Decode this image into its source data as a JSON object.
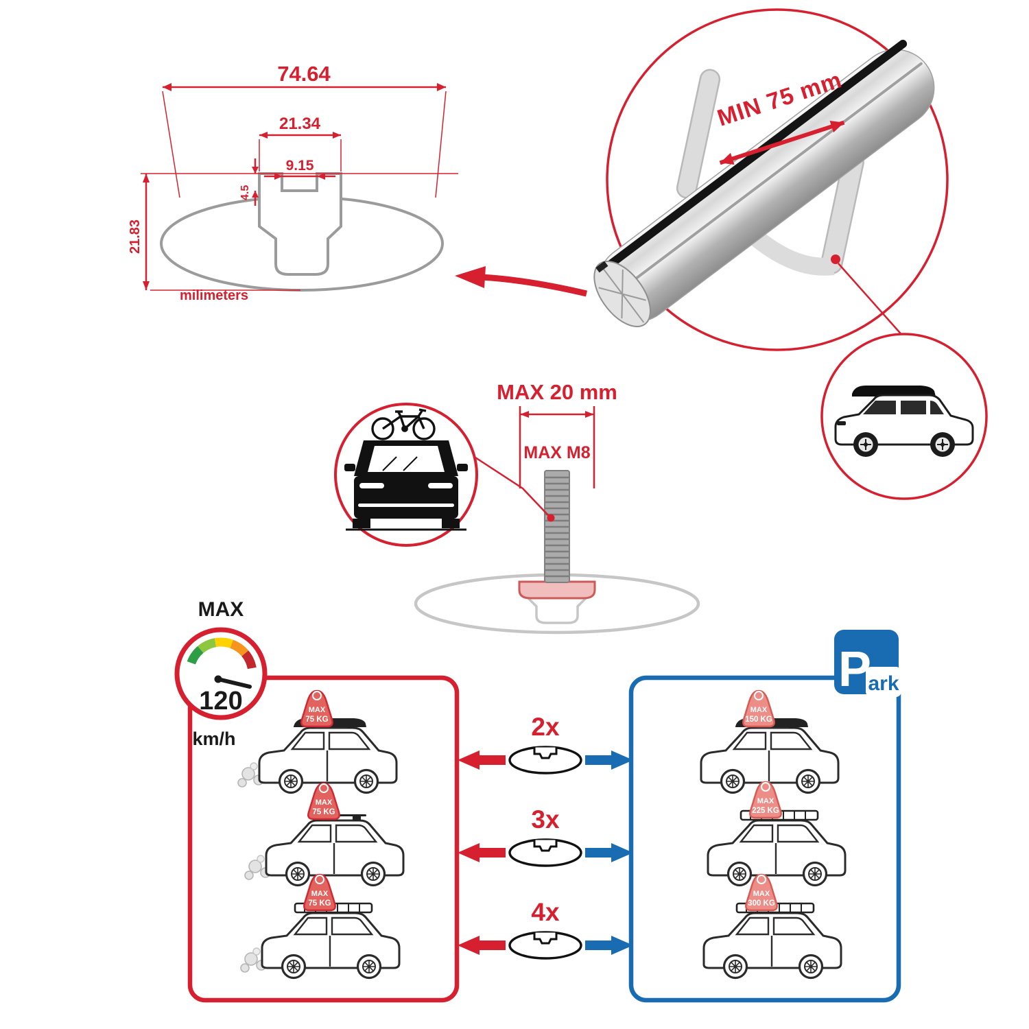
{
  "colors": {
    "accent_red": "#d6202f",
    "accent_blue": "#1a6cb2",
    "metal_gray": "#c6c6c6",
    "ink_black": "#1a1a1a"
  },
  "dimension_drawing": {
    "total_width": "74.64",
    "slot_outer_width": "21.34",
    "slot_inner_width": "9.15",
    "lip_depth": "4.5",
    "total_height": "21.83",
    "units_label": "milimeters"
  },
  "bar_detail": {
    "min_span_label": "MIN 75 mm"
  },
  "bolt_detail": {
    "max_width_label": "MAX 20 mm",
    "max_thread_label": "MAX M8"
  },
  "speed_limit": {
    "max_label": "MAX",
    "value": "120",
    "units": "km/h"
  },
  "panels": {
    "left": {
      "rows": [
        {
          "badge_max": "MAX",
          "badge_load": "75 KG"
        },
        {
          "badge_max": "MAX",
          "badge_load": "75 KG"
        },
        {
          "badge_max": "MAX",
          "badge_load": "75 KG"
        }
      ]
    },
    "middle": {
      "rows": [
        {
          "count": "2x"
        },
        {
          "count": "3x"
        },
        {
          "count": "4x"
        }
      ]
    },
    "right": {
      "sign_p": "P",
      "sign_ark": "ark",
      "rows": [
        {
          "badge_max": "MAX",
          "badge_load": "150 KG"
        },
        {
          "badge_max": "MAX",
          "badge_load": "225 KG"
        },
        {
          "badge_max": "MAX",
          "badge_load": "300 KG"
        }
      ]
    }
  }
}
